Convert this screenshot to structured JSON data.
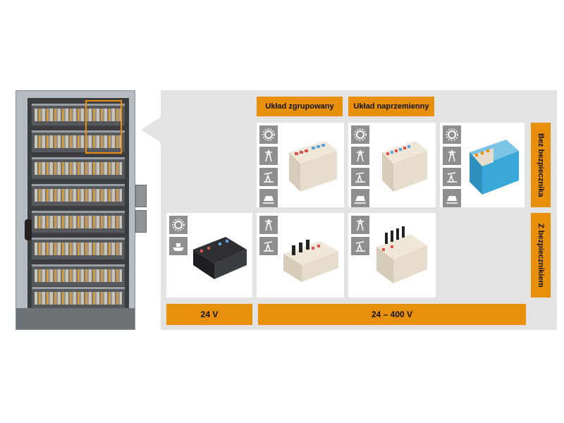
{
  "labels": {
    "grouped": "Układ zgrupowany",
    "alternating": "Układ naprzemienny",
    "without_fuse": "Bez bezpiecznika",
    "with_fuse": "Z bezpiecznikiem",
    "v24": "24 V",
    "v24_400": "24 – 400 V"
  },
  "colors": {
    "accent": "#e8900c",
    "panel": "#e3e3e3",
    "icon_bg": "#8f8f8f",
    "terminal_blue": "#3aa7d9",
    "terminal_beige": "#e6dccb"
  },
  "icons": [
    "gear-icon",
    "power-tower-icon",
    "oil-pump-icon",
    "train-icon",
    "ship-icon"
  ]
}
